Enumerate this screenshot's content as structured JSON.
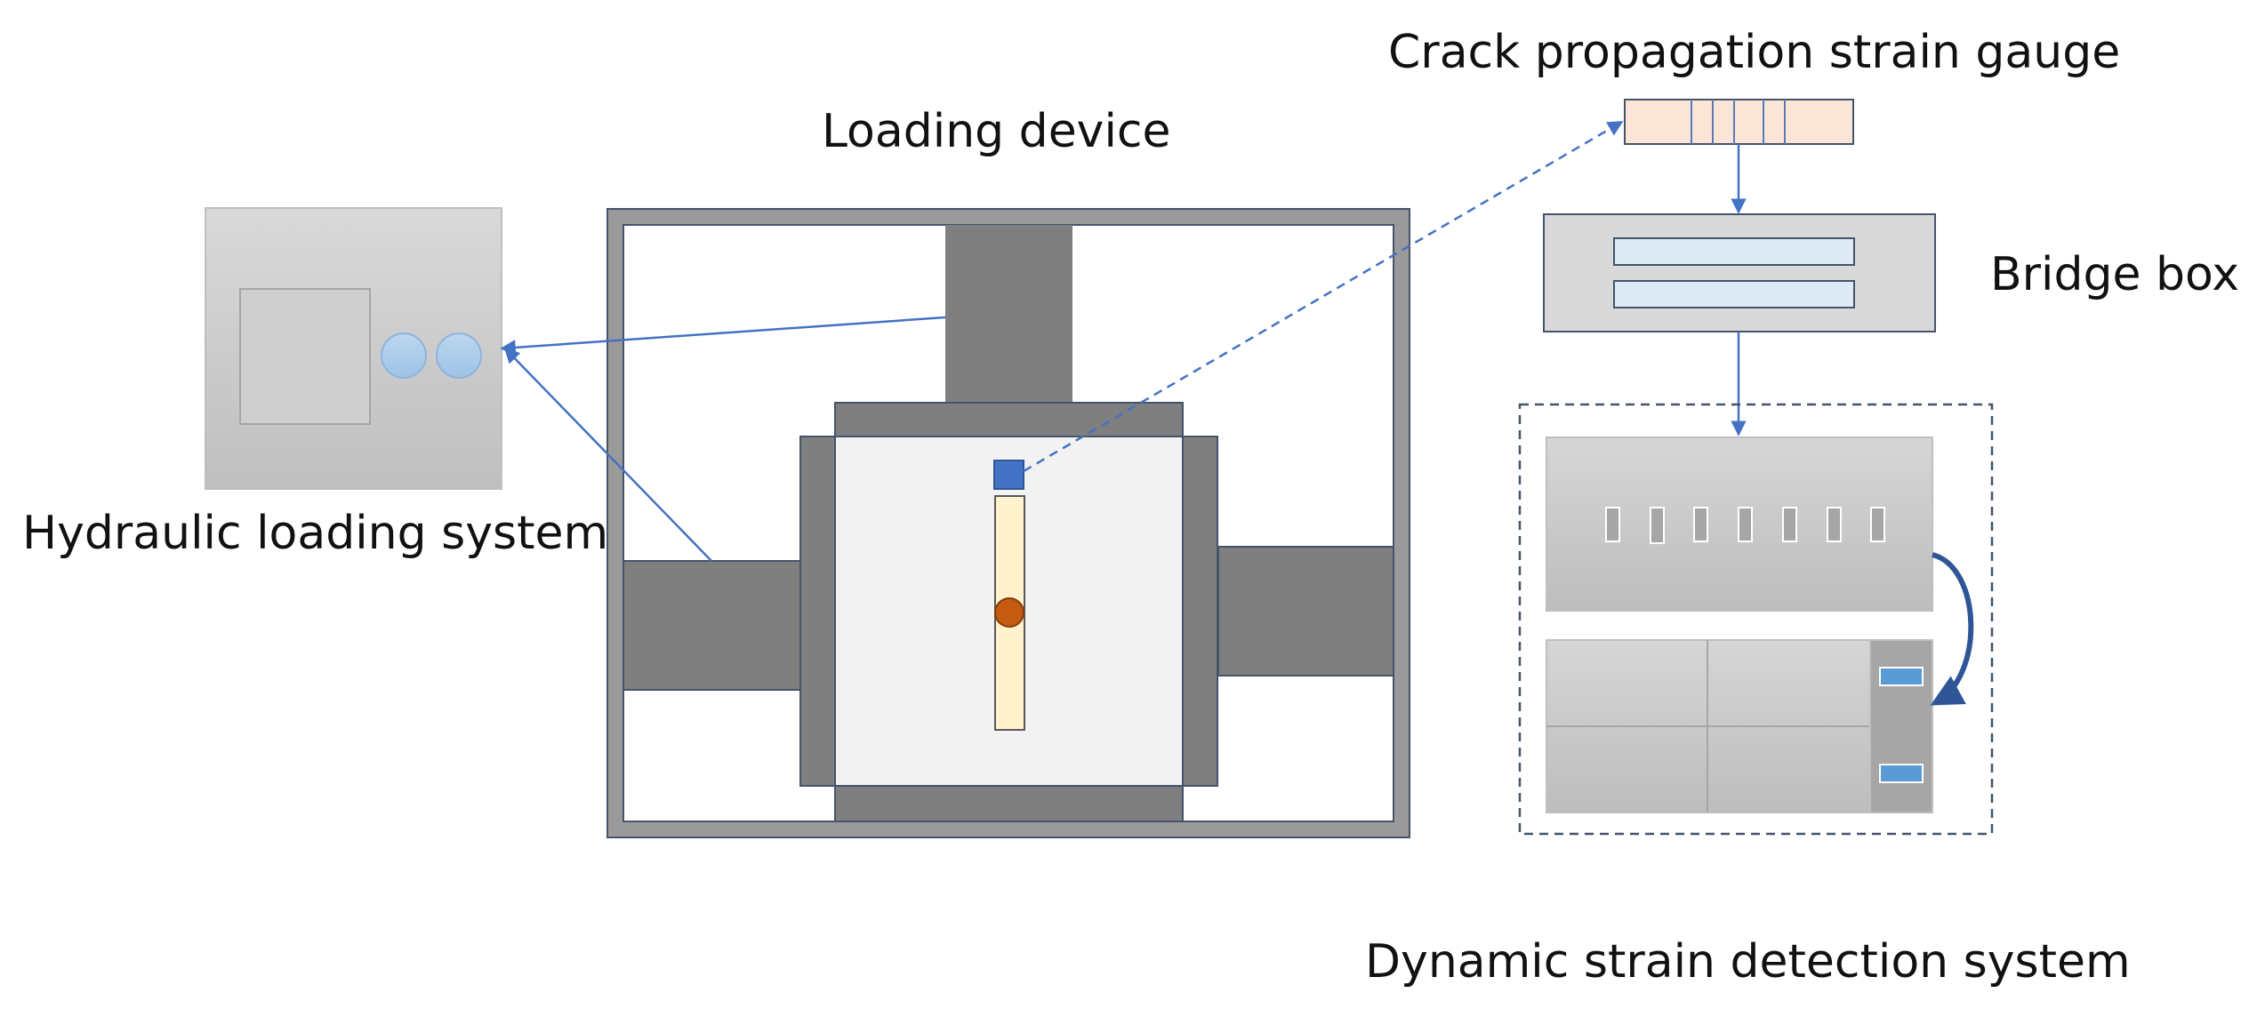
{
  "labels": {
    "strain_gauge": "Crack propagation strain gauge",
    "loading_device": "Loading device",
    "bridge_box": "Bridge box",
    "hydraulic": "Hydraulic loading system",
    "dynamic_strain": "Dynamic strain detection system"
  },
  "colors": {
    "frame_gray": "#9a9a9a",
    "block_gray": "#7f7f7f",
    "specimen_fill": "#f2f2f2",
    "sample_strip": "#fff2cc",
    "crack_dot": "#c55a11",
    "gauge_block": "#4472c4",
    "arrow_blue": "#4472c4",
    "gauge_fill": "#fbe5d6",
    "bridge_slot": "#deebf7",
    "device_panel": "#c9c9c9",
    "curved_arrow": "#2f5597"
  },
  "icons": {
    "hydraulic_knobs": "circle-knob-icon",
    "detector_ports": "port-slot-icon",
    "display_buttons": "blue-button-icon"
  }
}
